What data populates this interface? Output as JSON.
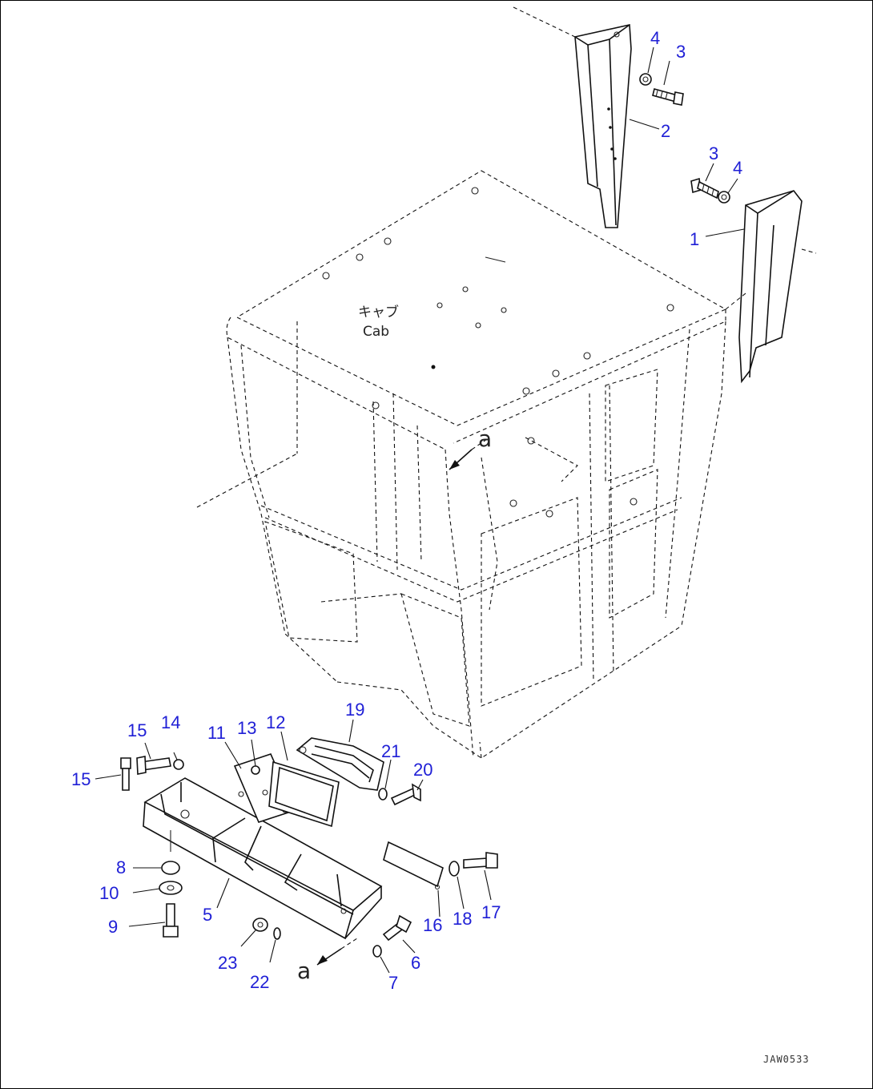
{
  "cab_label_jp": "キャブ",
  "cab_label_en": "Cab",
  "ref_marks": {
    "upper": "a",
    "lower": "a"
  },
  "drawing_id": "JAW0533",
  "callouts": {
    "c1": "1",
    "c2": "2",
    "c3a": "3",
    "c3b": "3",
    "c4a": "4",
    "c4b": "4",
    "c5": "5",
    "c6": "6",
    "c7": "7",
    "c8": "8",
    "c9": "9",
    "c10": "10",
    "c11": "11",
    "c12": "12",
    "c13": "13",
    "c14": "14",
    "c15a": "15",
    "c15b": "15",
    "c16": "16",
    "c17": "17",
    "c18": "18",
    "c19": "19",
    "c20": "20",
    "c21": "21",
    "c22": "22",
    "c23": "23"
  },
  "colors": {
    "callout": "#1f1fd6",
    "line": "#111111",
    "background": "#ffffff"
  }
}
